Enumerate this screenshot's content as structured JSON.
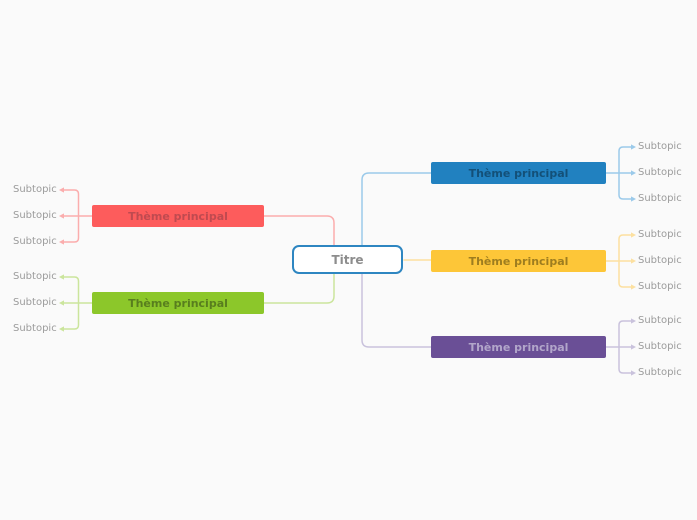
{
  "root": {
    "label": "Titre"
  },
  "branches": {
    "red": {
      "label": "Thème principal",
      "side": "left",
      "subtopics": [
        "Subtopic",
        "Subtopic",
        "Subtopic"
      ]
    },
    "green": {
      "label": "Thème principal",
      "side": "left",
      "subtopics": [
        "Subtopic",
        "Subtopic",
        "Subtopic"
      ]
    },
    "blue": {
      "label": "Thème principal",
      "side": "right",
      "subtopics": [
        "Subtopic",
        "Subtopic",
        "Subtopic"
      ]
    },
    "yellow": {
      "label": "Thème principal",
      "side": "right",
      "subtopics": [
        "Subtopic",
        "Subtopic",
        "Subtopic"
      ]
    },
    "purple": {
      "label": "Thème principal",
      "side": "right",
      "subtopics": [
        "Subtopic",
        "Subtopic",
        "Subtopic"
      ]
    }
  },
  "colors": {
    "bg": "#fafafa",
    "root_border": "#2e86c1",
    "root_text": "#8d8d8d",
    "subtopic_text": "#9b9b9b",
    "red": "#fd5c5c",
    "red_text": "#bf4a50",
    "red_line": "#fbadad",
    "green": "#8cc72a",
    "green_text": "#587e1e",
    "green_line": "#cbe59c",
    "blue": "#2181c0",
    "blue_text": "#135078",
    "blue_line": "#9bcaea",
    "yellow": "#fdc638",
    "yellow_text": "#9e7d1f",
    "yellow_line": "#fce0a0",
    "purple": "#6a4f96",
    "purple_text": "#b2a6ca",
    "purple_line": "#c9c2dc"
  }
}
